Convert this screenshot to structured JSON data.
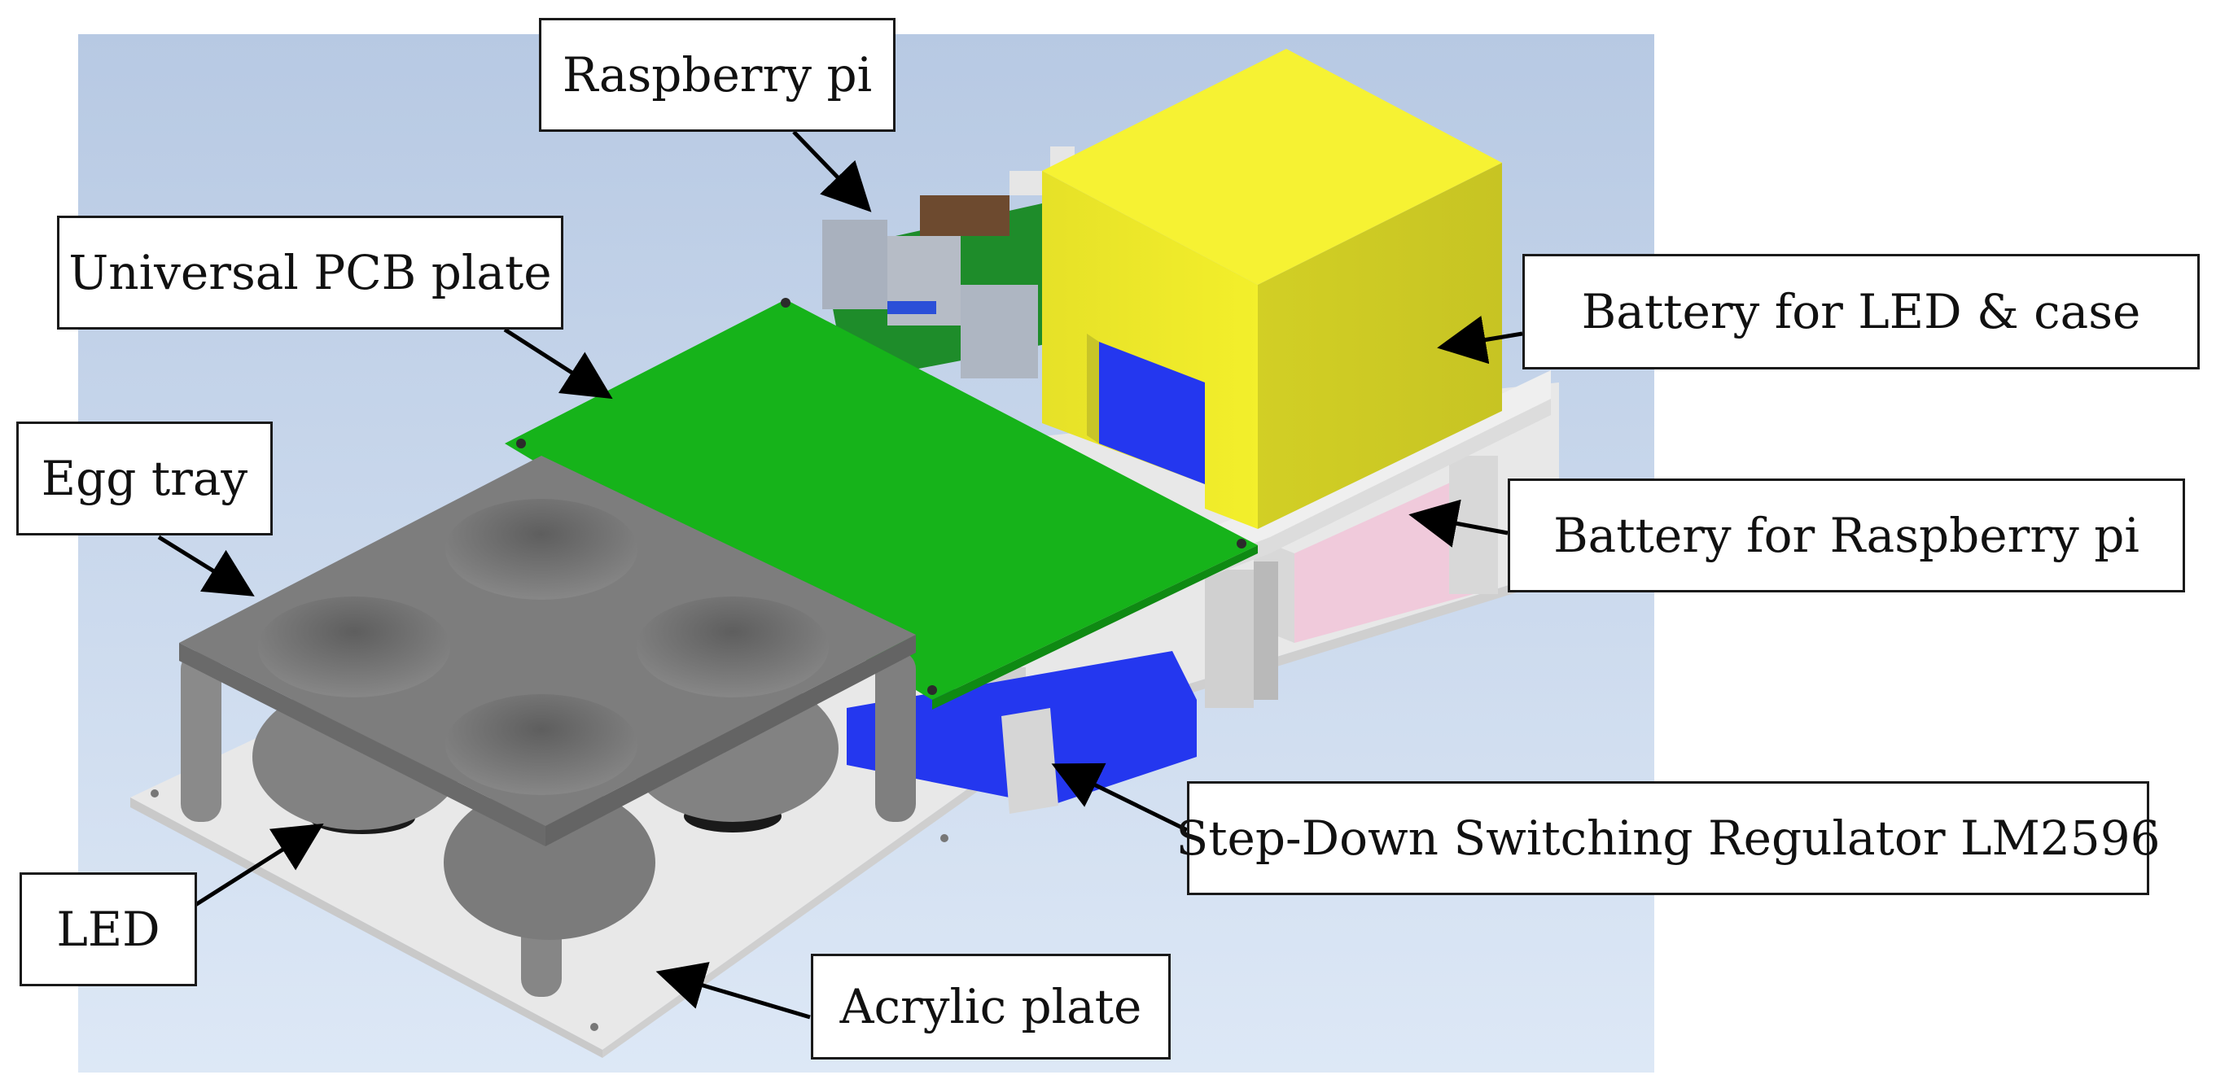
{
  "labels": {
    "raspberry_pi": "Raspberry pi",
    "universal_pcb_plate": "Universal PCB plate",
    "egg_tray": "Egg tray",
    "led": "LED",
    "battery_led_case": "Battery for LED & case",
    "battery_raspberry_pi": "Battery for Raspberry pi",
    "step_down_regulator": "Step-Down Switching Regulator LM2596",
    "acrylic_plate": "Acrylic plate"
  },
  "colors": {
    "background_top": "#b7c9e3",
    "background_bottom": "#dce7f5",
    "acrylic": "#e9e9e9",
    "pcb": "#1db31d",
    "tray": "#7c7c7c",
    "battery_case": "#f2ee2a",
    "battery_blue": "#2233ee",
    "battery_pink": "#f2cddd"
  }
}
